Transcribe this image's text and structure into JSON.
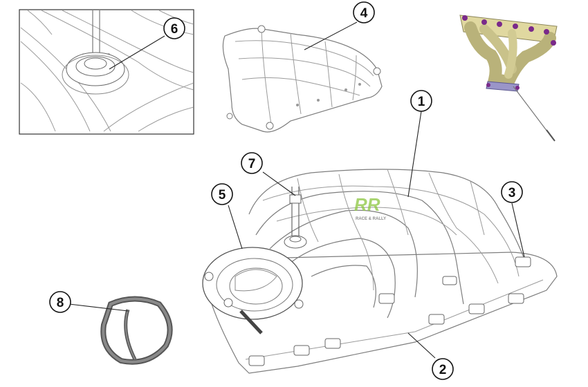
{
  "callouts": {
    "c1": "1",
    "c2": "2",
    "c3": "3",
    "c4": "4",
    "c5": "5",
    "c6": "6",
    "c7": "7",
    "c8": "8"
  },
  "logo": {
    "letters": "RR",
    "tagline": "RACE & RALLY",
    "color": "#8cc63f"
  },
  "colors": {
    "line": "#9a9a9a",
    "outline": "#444444",
    "header_body": "#d9d29a",
    "header_bolts": "#7a2a8a",
    "gasket": "#6b6b6b"
  }
}
